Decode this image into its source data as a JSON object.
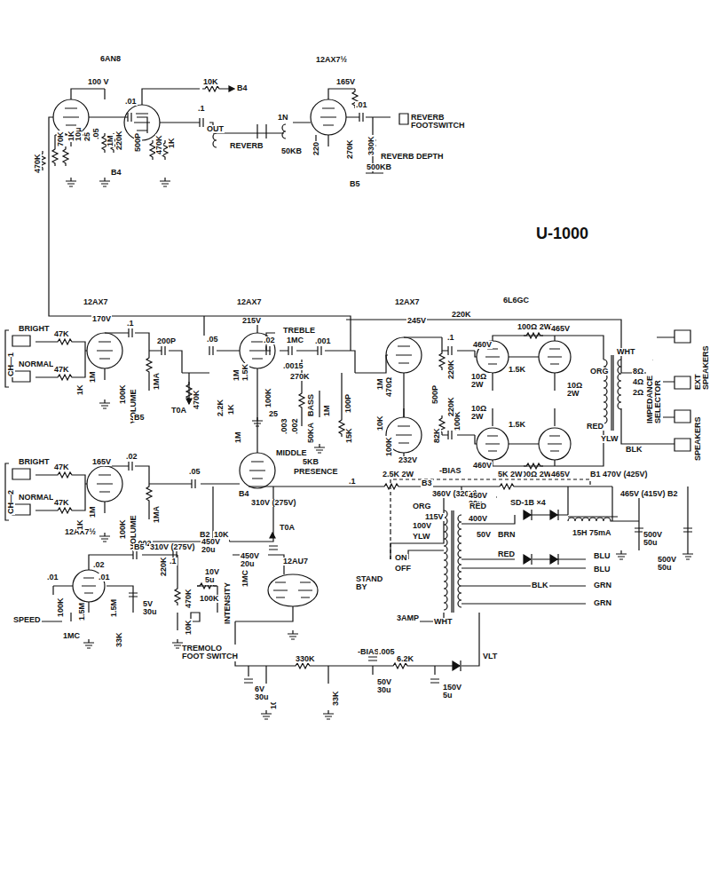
{
  "diagram": {
    "title": "U-1000",
    "labels": [
      "6AN8",
      "100 V",
      "10K",
      "B4",
      "12AX7½",
      "165V",
      ".01",
      ".1",
      "OUT",
      "REVERB",
      "1N",
      "50KB",
      "220",
      ".01",
      "270K",
      "330K",
      "REVERB FOOTSWITCH",
      "REVERB DEPTH",
      "500KB",
      "B5",
      "470K",
      "70K",
      "1K",
      "10μ",
      "25",
      ".05",
      "1M",
      "220K",
      "500P",
      "470K",
      "1K",
      "B4",
      "12AX7",
      "170V",
      "CH—1",
      "BRIGHT",
      "NORMAL",
      "47K",
      "47K",
      "1M",
      "1K",
      ".1",
      "100K",
      "VOLUME",
      "1MA",
      "200P",
      "B5",
      ".05",
      "470K",
      "T0A",
      "12AX7",
      "215V",
      "1M",
      "1.5K",
      "2.2K",
      "1K",
      "1M",
      "100K",
      "25",
      "TREBLE",
      "1MC",
      ".02",
      ".0015",
      ".001",
      "270K",
      "BASS",
      "1M",
      ".003",
      ".002",
      "100P",
      "MIDDLE",
      "50KA",
      "15K",
      "5KB",
      "PRESENCE",
      ".1",
      "12AX7",
      "245V",
      "1M",
      "470Ω",
      "500P",
      "10K",
      "100K",
      "232V",
      ".1",
      "82K",
      "100K",
      "-BIAS",
      "220K",
      "220K",
      "220K",
      "6L6GC",
      "460V",
      "100Ω 2W",
      "465V",
      "1.5K",
      "10Ω 2W",
      "10Ω 2W",
      "10Ω 2W",
      "1.5K",
      "460V",
      "100Ω 2W",
      "465V",
      "ORG",
      "WHT",
      "RED",
      "YLW",
      "BLK",
      "8Ω",
      "4Ω",
      "2Ω",
      "IMPEDANCE SELECTOR",
      "EXT SPEAKERS",
      "SPEAKERS",
      "B1 470V (425V)",
      "B4",
      "310V (275V)",
      "2.5K 2W",
      "B3",
      "360V (320V)",
      "450V 20u",
      "5K 2W",
      "ORG",
      "115V",
      "RED",
      "SD-1B ×4",
      "465V (415V) B2",
      "15H 75mA",
      "500V 50u",
      "500V 50u",
      "100V",
      "YLW",
      "400V",
      "50V",
      "BRN",
      "RED",
      "BLU",
      "BLU",
      "GRN",
      "GRN",
      "BLK",
      "ON",
      "OFF",
      "STAND BY",
      "3AMP",
      "WHT",
      "VLT",
      "-BIAS",
      ".005",
      "6.2K",
      "150V 5u",
      "50V 30u",
      "33K",
      "330K",
      "10K",
      "6V 30u",
      "12AX7½",
      ".02",
      ".002",
      "220K",
      "B2",
      ".1",
      "450V 20u",
      "450V 20u",
      "T0A",
      "12AU7",
      ".01",
      ".01",
      "100K",
      "1.5M",
      "1.5M",
      "5V 30u",
      "33K",
      "470K",
      "10K",
      "SPEED",
      "1MC",
      "10V 5u",
      "100K",
      "TREMOLO FOOT SWITCH",
      "INTENSITY",
      "1MC",
      "CH—2",
      "BRIGHT",
      "NORMAL",
      "47K",
      "47K",
      "165V",
      "1M",
      "1K",
      ".02",
      "100K",
      "VOLUME",
      "1MA",
      ".05",
      "B5",
      "310V (275V)",
      "10K"
    ]
  }
}
